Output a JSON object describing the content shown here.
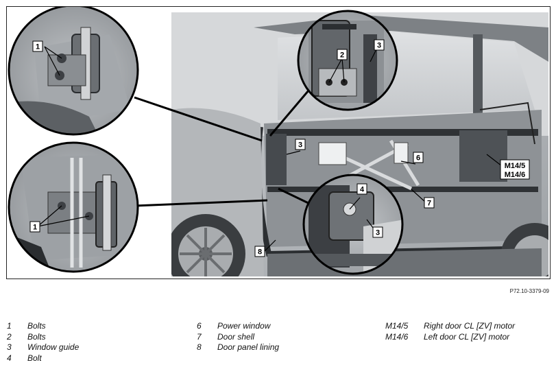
{
  "figure": {
    "id": "P72.10-3379-09",
    "callouts": {
      "bolts_top": "1",
      "bolts_bottom": "1",
      "bolts_2": "2",
      "guide_top": "3",
      "guide_mid": "3",
      "guide_bottom": "3",
      "bolt_4": "4",
      "power_window": "6",
      "door_shell": "7",
      "panel_lining": "8",
      "motor_right": "M14/5",
      "motor_left": "M14/6"
    }
  },
  "legend": {
    "column_1": [
      {
        "key": "1",
        "text": "Bolts"
      },
      {
        "key": "2",
        "text": "Bolts"
      },
      {
        "key": "3",
        "text": "Window guide"
      },
      {
        "key": "4",
        "text": "Bolt"
      }
    ],
    "column_2": [
      {
        "key": "6",
        "text": "Power window"
      },
      {
        "key": "7",
        "text": "Door shell"
      },
      {
        "key": "8",
        "text": "Door panel lining"
      }
    ],
    "column_3": [
      {
        "key": "M14/5",
        "text": "Right door CL [ZV] motor"
      },
      {
        "key": "M14/6",
        "text": "Left door CL [ZV] motor"
      }
    ]
  }
}
